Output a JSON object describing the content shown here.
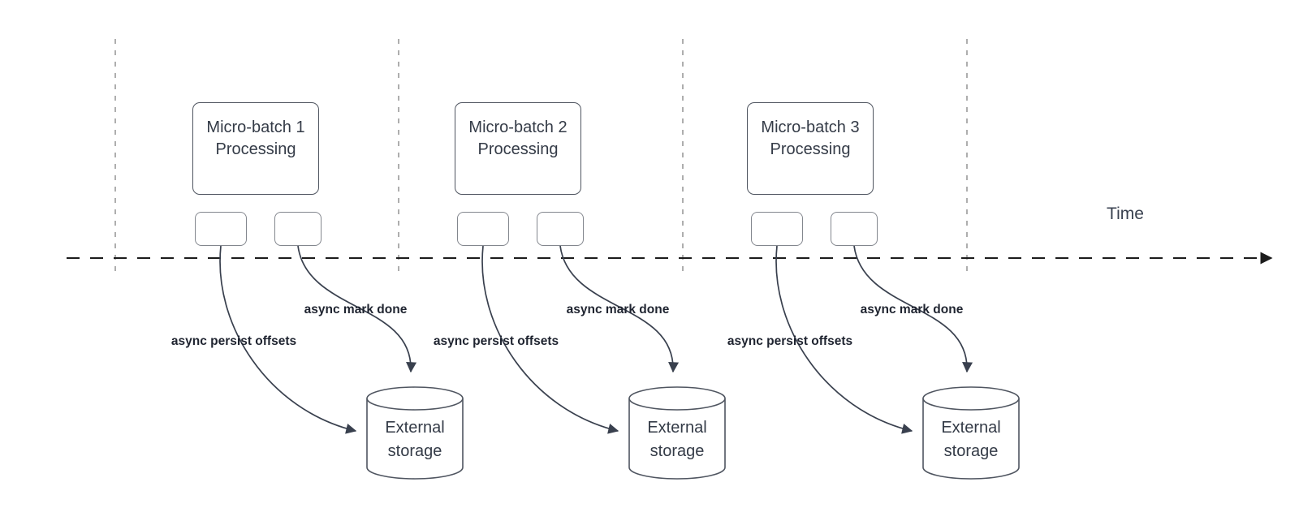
{
  "diagram": {
    "time_axis": {
      "label": "Time"
    },
    "groups": [
      {
        "processing_line1": "Micro-batch 1",
        "processing_line2": "Processing",
        "persist_label": "async persist offsets",
        "mark_done_label": "async mark done",
        "storage_line1": "External",
        "storage_line2": "storage"
      },
      {
        "processing_line1": "Micro-batch 2",
        "processing_line2": "Processing",
        "persist_label": "async persist offsets",
        "mark_done_label": "async mark done",
        "storage_line1": "External",
        "storage_line2": "storage"
      },
      {
        "processing_line1": "Micro-batch 3",
        "processing_line2": "Processing",
        "persist_label": "async persist offsets",
        "mark_done_label": "async mark done",
        "storage_line1": "External",
        "storage_line2": "storage"
      }
    ],
    "colors": {
      "background": "#ffffff",
      "axis_line": "#1c1c1c",
      "guide_line": "#a5a5a5",
      "shape_stroke": "#4f5560",
      "small_shape_stroke": "#83878e",
      "connector": "#39404e",
      "shape_text": "#343b47",
      "label_text": "#1f2430"
    }
  }
}
